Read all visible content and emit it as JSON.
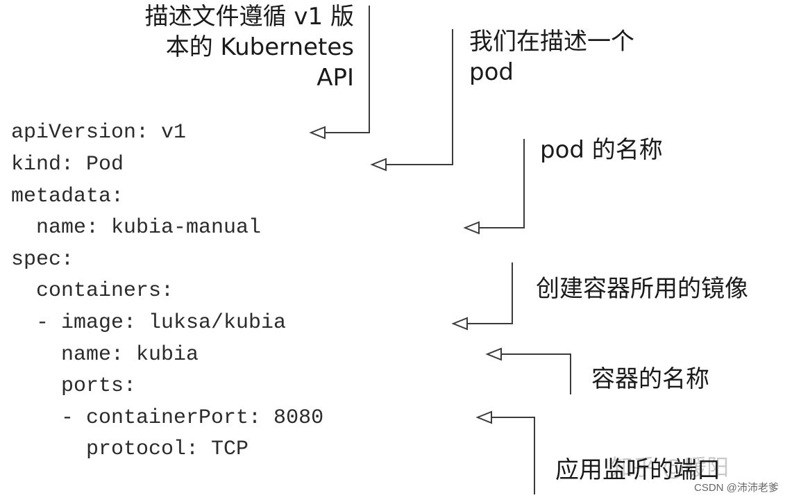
{
  "yaml_lines": [
    "apiVersion: v1",
    "kind: Pod",
    "metadata:",
    "  name: kubia-manual",
    "spec:",
    "  containers:",
    "  - image: luksa/kubia",
    "    name: kubia",
    "    ports:",
    "    - containerPort: 8080",
    "      protocol: TCP"
  ],
  "annotations": {
    "api_version": [
      "描述文件遵循 v1 版",
      "本的 Kubernetes",
      "API"
    ],
    "kind": [
      "我们在描述一个",
      "pod"
    ],
    "pod_name": "pod 的名称",
    "image": "创建容器所用的镜像",
    "container_name": "容器的名称",
    "port": "应用监听的端口"
  },
  "watermark": "知乎 @暖阳",
  "credit": "CSDN @沛沛老爹"
}
